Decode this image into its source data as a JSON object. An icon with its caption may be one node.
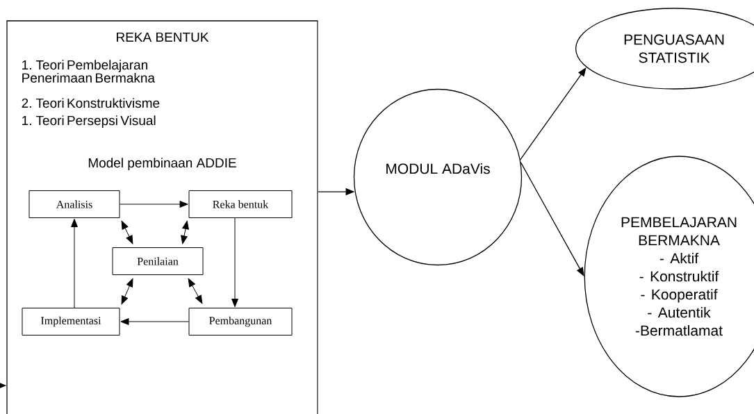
{
  "diagram": {
    "nodes": [
      {
        "text": [
          "REKA BENTUK",
          "1. Teori Pembelajaran Penerimaan Bermakna",
          "2. Teori Konstruktivisme",
          "1. Teori Persepsi Visual",
          "Model pembinaan ADDIE"
        ]
      },
      {
        "text": [
          "Analisis"
        ],
        "in": 0
      },
      {
        "text": [
          "Reka bentuk"
        ],
        "in": 0
      },
      {
        "text": [
          "Penilaian"
        ],
        "in": 0
      },
      {
        "text": [
          "Implementasi"
        ],
        "in": 0
      },
      {
        "text": [
          "Pembangunan"
        ],
        "in": 0
      },
      {
        "text": [
          "MODUL ADaVis"
        ]
      },
      {
        "text": [
          "PENGUASAAN STATISTIK"
        ]
      },
      {
        "text": [
          "PEMBELAJARAN BERMAKNA",
          "- Aktif",
          "- Konstruktif",
          "- Kooperatif",
          "- Autentik",
          "-Bermatlamat"
        ]
      }
    ],
    "edges": [
      {
        "from": 1,
        "to": 2,
        "arrow": "to"
      },
      {
        "from": 2,
        "to": 5,
        "arrow": "to"
      },
      {
        "from": 5,
        "to": 4,
        "arrow": "to"
      },
      {
        "from": 4,
        "to": 1,
        "arrow": "to"
      },
      {
        "from": 1,
        "to": 3,
        "arrow": "both"
      },
      {
        "from": 2,
        "to": 3,
        "arrow": "both"
      },
      {
        "from": 3,
        "to": 4,
        "arrow": "both"
      },
      {
        "from": 3,
        "to": 5,
        "arrow": "both"
      },
      {
        "from": 0,
        "to": 6,
        "arrow": "to"
      },
      {
        "from": 6,
        "to": 7,
        "arrow": "to"
      },
      {
        "from": 6,
        "to": 8,
        "arrow": "to"
      },
      {
        "from": null,
        "to": 0,
        "arrow": "to"
      }
    ]
  }
}
